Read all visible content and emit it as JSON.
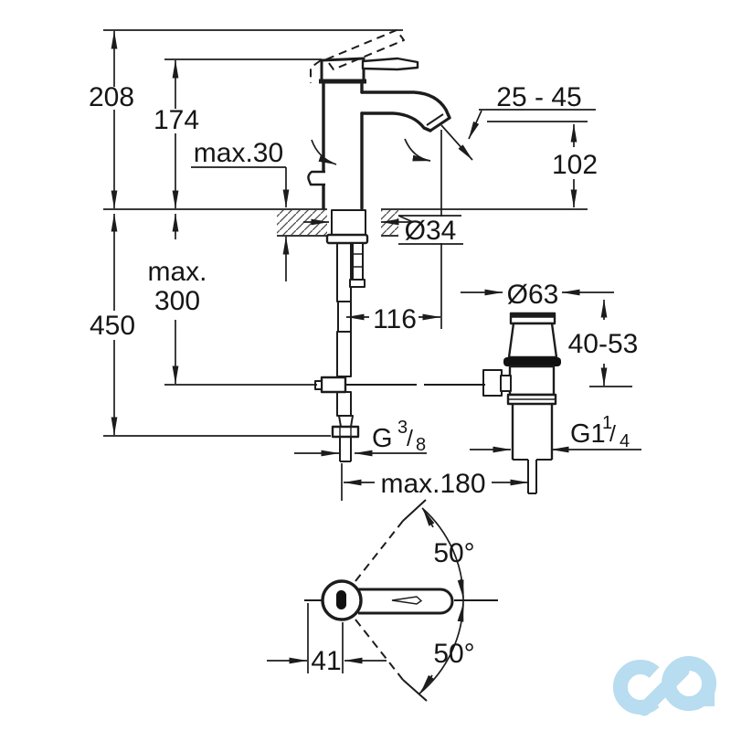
{
  "page": {
    "background": "#ffffff",
    "line_color": "#1c1c1c",
    "watermark_color": "#b8dcf0"
  },
  "front_view": {
    "overall_height": "208",
    "spout_top_height": "174",
    "deck_thickness_max": "max.30",
    "aerator_height_range": "25 - 45",
    "outlet_height": "102",
    "hole_diameter": "Ø34",
    "install_depth_line1": "max.",
    "install_depth_line2": "300",
    "hose_length": "450",
    "spout_reach": "116",
    "waste_flange_diameter": "Ø63",
    "waste_deck_range": "40-53",
    "supply_thread": {
      "prefix": "G",
      "numerator": "3",
      "slash": "/",
      "denominator": "8"
    },
    "waste_thread": {
      "prefix": "G1",
      "numerator": "1",
      "slash": "/",
      "denominator": "4"
    },
    "center_distance_max": "max.180"
  },
  "top_view": {
    "swivel_angle_upper": "50°",
    "swivel_angle_lower": "50°",
    "handle_offset": "41"
  }
}
